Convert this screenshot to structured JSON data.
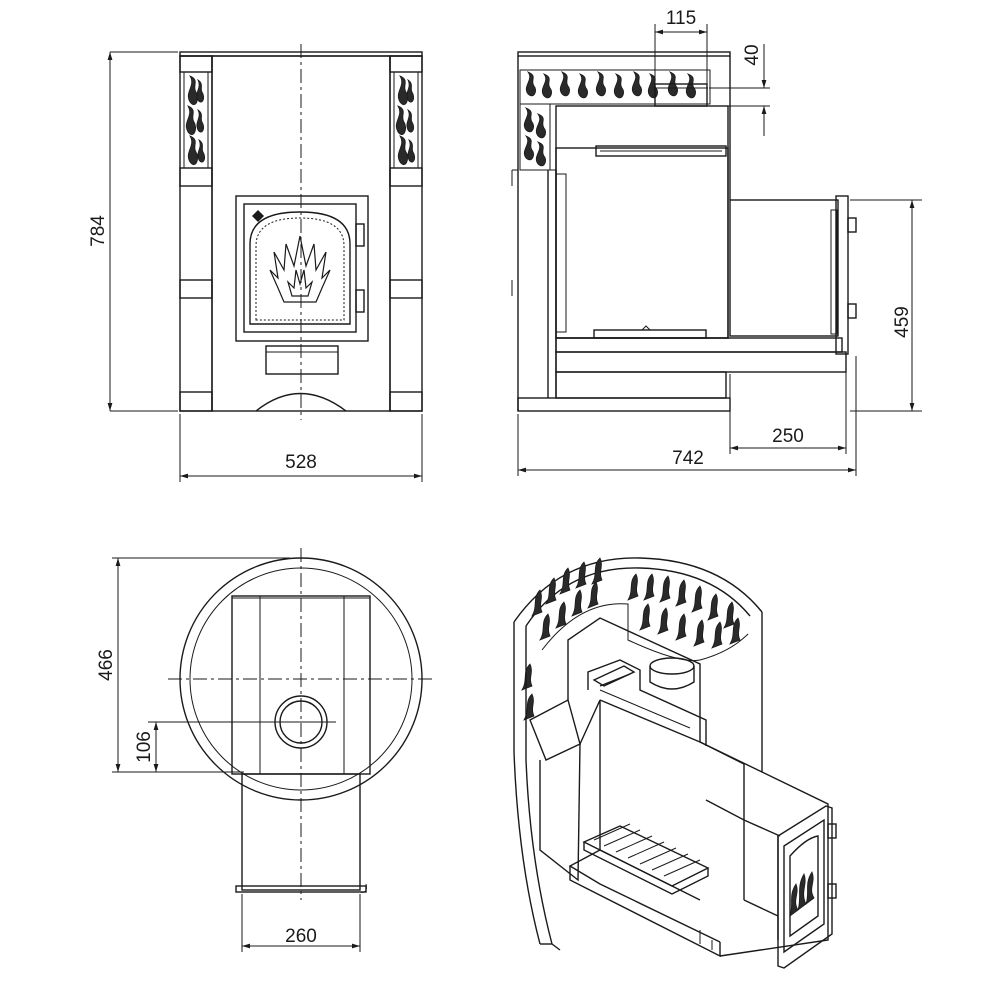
{
  "drawing": {
    "dimensions": {
      "front_height": "784",
      "front_width": "528",
      "side_top_chimney": "115",
      "side_top_offset": "40",
      "side_tank_height": "459",
      "side_tank_depth": "250",
      "side_total_depth": "742",
      "plan_diameter": "466",
      "plan_chimney_offset": "106",
      "plan_tunnel_width": "260"
    }
  }
}
